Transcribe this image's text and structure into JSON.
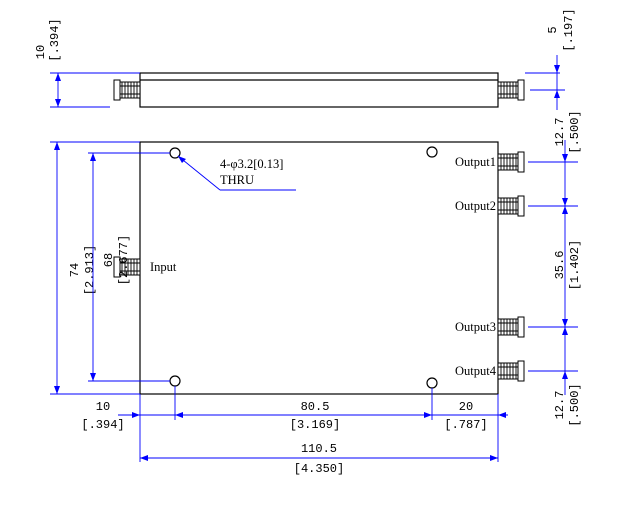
{
  "labels": {
    "input": "Input",
    "output1": "Output1",
    "output2": "Output2",
    "output3": "Output3",
    "output4": "Output4",
    "hole_callout": "4-φ3.2[0.13]",
    "hole_thru": "THRU"
  },
  "dimensions": {
    "side_height_mm": "10",
    "side_height_in": "[.394]",
    "side_offset_mm": "5",
    "side_offset_in": "[.197]",
    "height_total_mm": "74",
    "height_total_in": "[2.913]",
    "height_holes_mm": "68",
    "height_holes_in": "[2.677]",
    "out_pitch_top_mm": "12.7",
    "out_pitch_top_in": "[.500]",
    "out_pitch_mid_mm": "35.6",
    "out_pitch_mid_in": "[1.402]",
    "out_pitch_bot_mm": "12.7",
    "out_pitch_bot_in": "[.500]",
    "hole_left_mm": "10",
    "hole_left_in": "[.394]",
    "hole_span_mm": "80.5",
    "hole_span_in": "[3.169]",
    "hole_right_mm": "20",
    "hole_right_in": "[.787]",
    "length_total_mm": "110.5",
    "length_total_in": "[4.350]"
  },
  "colors": {
    "outline": "#000000",
    "dimension": "#0000ff"
  }
}
